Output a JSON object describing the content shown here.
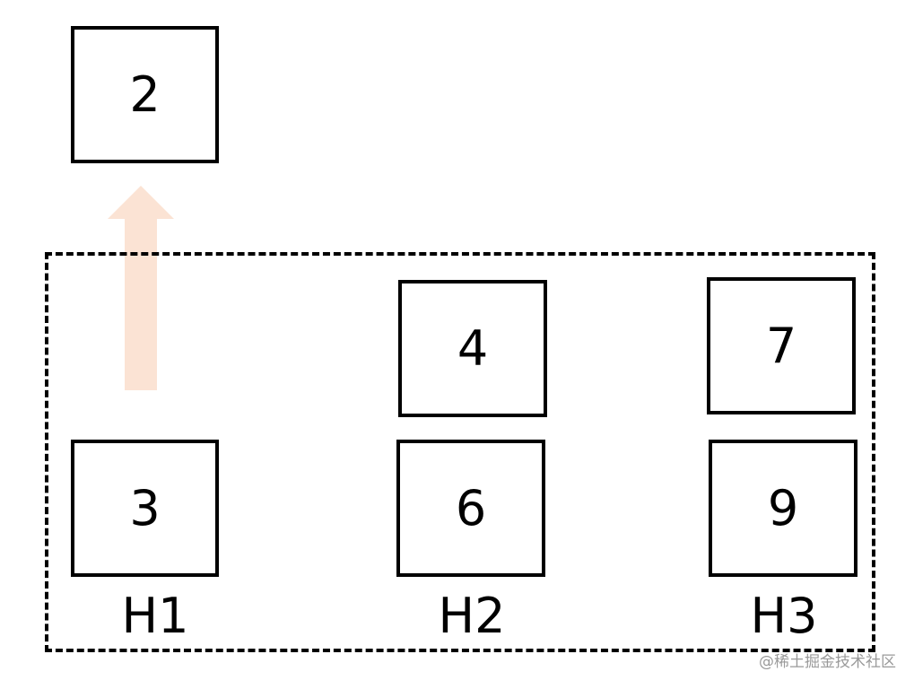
{
  "top_box": {
    "label": "2"
  },
  "arrow": {
    "color": "#fbe3d4",
    "direction": "up",
    "icon": "up-arrow-icon"
  },
  "groups": [
    {
      "label": "H1",
      "boxes": [
        "3"
      ]
    },
    {
      "label": "H2",
      "boxes": [
        "4",
        "6"
      ]
    },
    {
      "label": "H3",
      "boxes": [
        "7",
        "9"
      ]
    }
  ],
  "watermark": "@稀土掘金技术社区"
}
